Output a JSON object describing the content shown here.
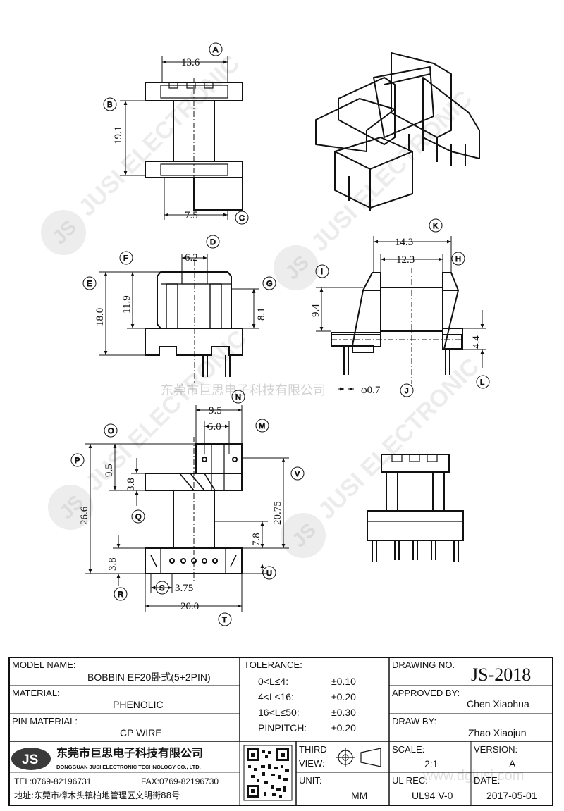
{
  "watermark": {
    "company_cn": "东莞市巨思电子科技有限公司",
    "brand": "JUSI ELECTRONIC",
    "logo": "JS",
    "overlay_url": "www.dgjusi.com"
  },
  "callouts": [
    "A",
    "B",
    "C",
    "D",
    "E",
    "F",
    "G",
    "H",
    "I",
    "J",
    "K",
    "L",
    "M",
    "N",
    "O",
    "P",
    "Q",
    "R",
    "S",
    "T",
    "U",
    "V"
  ],
  "dimensions": {
    "A": "13.6",
    "B": "19.1",
    "C": "7.5",
    "D": "6.2",
    "E": "18.0",
    "F": "11.9",
    "G": "8.1",
    "H": "12.3",
    "I": "9.4",
    "J": "φ0.7",
    "K": "14.3",
    "L": "4.4",
    "M": "5.0",
    "N": "9.5",
    "O": "9.5",
    "P": "26.6",
    "Q": "3.8",
    "R": "3.8",
    "S": "3.75",
    "T": "20.0",
    "U": "7.8",
    "V": "20.75"
  },
  "title_block": {
    "model_name_label": "MODEL NAME:",
    "model_name_value": "BOBBIN EF20卧式(5+2PIN)",
    "material_label": "MATERIAL:",
    "material_value": "PHENOLIC",
    "pin_material_label": "PIN MATERIAL:",
    "pin_material_value": "CP WIRE",
    "tolerance_label": "TOLERANCE:",
    "tolerances": [
      {
        "range": "0<L≤4:",
        "value": "±0.10"
      },
      {
        "range": "4<L≤16:",
        "value": "±0.20"
      },
      {
        "range": "16<L≤50:",
        "value": "±0.30"
      },
      {
        "range": "PINPITCH:",
        "value": "±0.20"
      }
    ],
    "drawing_no_label": "DRAWING NO.",
    "drawing_no_value": "JS-2018",
    "approved_by_label": "APPROVED BY:",
    "approved_by_value": "Chen Xiaohua",
    "draw_by_label": "DRAW BY:",
    "draw_by_value": "Zhao Xiaojun",
    "company_logo": "JS",
    "company_cn": "东莞市巨思电子科技有限公司",
    "company_en": "DONGGUAN JUSI ELECTRONIC TECHNOLOGY CO., LTD.",
    "tel": "TEL:0769-82196731",
    "fax": "FAX:0769-82196730",
    "address": "地址:东莞市樟木头镇柏地管理区文明街88号",
    "third_view_label_1": "THIRD",
    "third_view_label_2": "VIEW:",
    "unit_label": "UNIT:",
    "unit_value": "MM",
    "scale_label": "SCALE:",
    "scale_value": "2:1",
    "version_label": "VERSION:",
    "version_value": "A",
    "ul_rec_label": "UL REC:",
    "ul_rec_value": "UL94 V-0",
    "date_label": "DATE:",
    "date_value": "2017-05-01"
  }
}
